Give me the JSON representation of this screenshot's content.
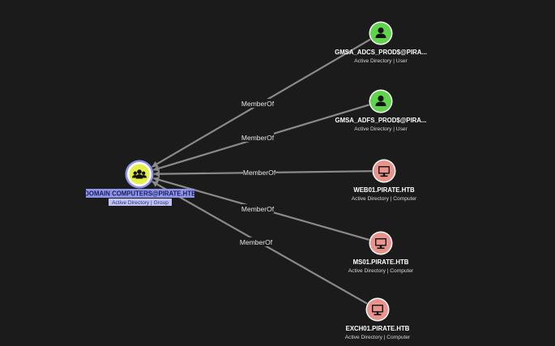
{
  "graph": {
    "background": "#1b1b1b",
    "edge_color": "#8a8a8a",
    "center_node": {
      "title": "DOMAIN COMPUTERS@PIRATE.HTB",
      "subtitle": "Active Directory | Group",
      "icon": "group-icon",
      "fill": "#e6f04a",
      "ring": "#ffffff",
      "selected": true,
      "selection_color": "#8f95e6"
    },
    "nodes": [
      {
        "title": "GMSA_ADCS_PROD$@PIRA...",
        "subtitle": "Active Directory | User",
        "icon": "user-icon",
        "kind": "user",
        "fill": "#5fd34a"
      },
      {
        "title": "GMSA_ADFS_PROD$@PIRA...",
        "subtitle": "Active Directory | User",
        "icon": "user-icon",
        "kind": "user",
        "fill": "#5fd34a"
      },
      {
        "title": "WEB01.PIRATE.HTB",
        "subtitle": "Active Directory | Computer",
        "icon": "computer-icon",
        "kind": "computer",
        "fill": "#e8938b"
      },
      {
        "title": "MS01.PIRATE.HTB",
        "subtitle": "Active Directory | Computer",
        "icon": "computer-icon",
        "kind": "computer",
        "fill": "#e8938b"
      },
      {
        "title": "EXCH01.PIRATE.HTB",
        "subtitle": "Active Directory | Computer",
        "icon": "computer-icon",
        "kind": "computer",
        "fill": "#e8938b"
      }
    ],
    "edges": [
      {
        "label": "MemberOf"
      },
      {
        "label": "MemberOf"
      },
      {
        "label": "MemberOf"
      },
      {
        "label": "MemberOf"
      },
      {
        "label": "MemberOf"
      }
    ]
  }
}
